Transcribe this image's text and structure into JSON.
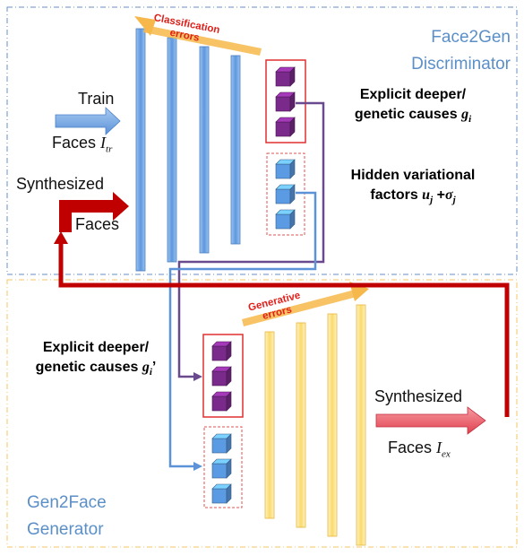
{
  "discriminator": {
    "title_line1": "Face2Gen",
    "title_line2": "Discriminator",
    "train_label": "Train",
    "faces_label": "Faces",
    "faces_symbol": "I",
    "faces_subscript": "tr",
    "synth_label": "Synthesized",
    "synth_faces_label": "Faces",
    "classification_line1": "Classification",
    "classification_line2": "errors",
    "explicit_line1": "Explicit deeper/",
    "explicit_line2": "genetic causes",
    "explicit_symbol": "g",
    "explicit_subscript": "i",
    "hidden_line1": "Hidden variational",
    "hidden_line2_prefix": "factors",
    "hidden_u": "u",
    "hidden_u_sub": "j",
    "hidden_plus": " +",
    "hidden_sigma": "σ",
    "hidden_sigma_sub": "j"
  },
  "generator": {
    "title_line1": "Gen2Face",
    "title_line2": "Generator",
    "explicit_line1": "Explicit deeper/",
    "explicit_line2": "genetic causes",
    "explicit_symbol": "g",
    "explicit_subscript": "i",
    "explicit_prime": "’",
    "generative_line1": "Generative",
    "generative_line2": "errors",
    "synth_label": "Synthesized",
    "faces_label": "Faces",
    "faces_symbol": "I",
    "faces_subscript": "ex"
  },
  "colors": {
    "disc_bar": "#7eaee6",
    "gen_bar": "#fde99a",
    "purple_cube": "#7a2a8a",
    "blue_cube": "#5b9be3",
    "red_arrow": "#c00000",
    "orange_arrow": "#f6b84a",
    "panel_border_top": "#6a8fc4",
    "panel_border_bottom": "#f4c464"
  }
}
